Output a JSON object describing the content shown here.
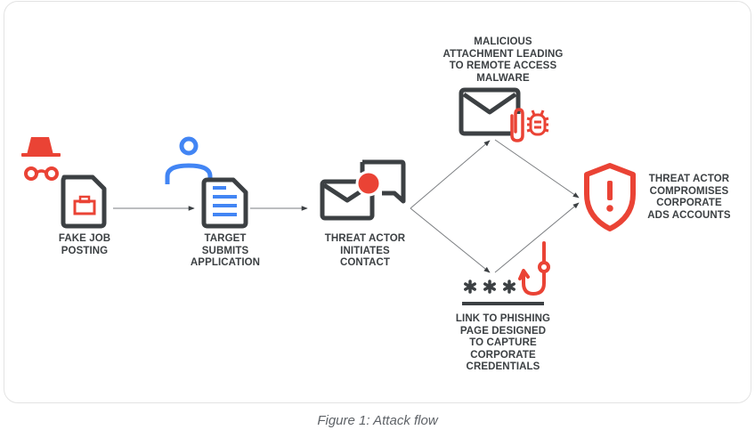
{
  "colors": {
    "red": "#ea4335",
    "blue": "#4285f4",
    "dark": "#3c4043",
    "arrow": "#5f6368",
    "border": "#e3e3e3"
  },
  "nodes": [
    {
      "id": "fake-job-posting",
      "label": "FAKE JOB\nPOSTING",
      "icons": [
        "incognito-spy-icon",
        "job-document-briefcase-icon"
      ]
    },
    {
      "id": "target-submits-application",
      "label": "TARGET\nSUBMITS\nAPPLICATION",
      "icons": [
        "person-icon",
        "document-icon"
      ]
    },
    {
      "id": "threat-actor-initiates-contact",
      "label": "THREAT ACTOR\nINITIATES\nCONTACT",
      "icons": [
        "envelope-notification-icon",
        "chat-bubble-icon"
      ]
    },
    {
      "id": "malicious-attachment",
      "label": "MALICIOUS\nATTACHMENT LEADING\nTO REMOTE ACCESS\nMALWARE",
      "icons": [
        "envelope-icon",
        "paperclip-icon",
        "bug-icon"
      ]
    },
    {
      "id": "phishing-link",
      "label": "LINK TO PHISHING\nPAGE DESIGNED\nTO CAPTURE\nCORPORATE\nCREDENTIALS",
      "icons": [
        "password-asterisks-icon",
        "fishing-hook-icon"
      ]
    },
    {
      "id": "compromise-ads-accounts",
      "label": "THREAT ACTOR\nCOMPROMISES\nCORPORATE\nADS ACCOUNTS",
      "icons": [
        "shield-alert-icon"
      ]
    }
  ],
  "edges": [
    {
      "from": "fake-job-posting",
      "to": "target-submits-application"
    },
    {
      "from": "target-submits-application",
      "to": "threat-actor-initiates-contact"
    },
    {
      "from": "threat-actor-initiates-contact",
      "to": "malicious-attachment"
    },
    {
      "from": "threat-actor-initiates-contact",
      "to": "phishing-link"
    },
    {
      "from": "malicious-attachment",
      "to": "compromise-ads-accounts"
    },
    {
      "from": "phishing-link",
      "to": "compromise-ads-accounts"
    }
  ],
  "caption": "Figure 1: Attack flow"
}
